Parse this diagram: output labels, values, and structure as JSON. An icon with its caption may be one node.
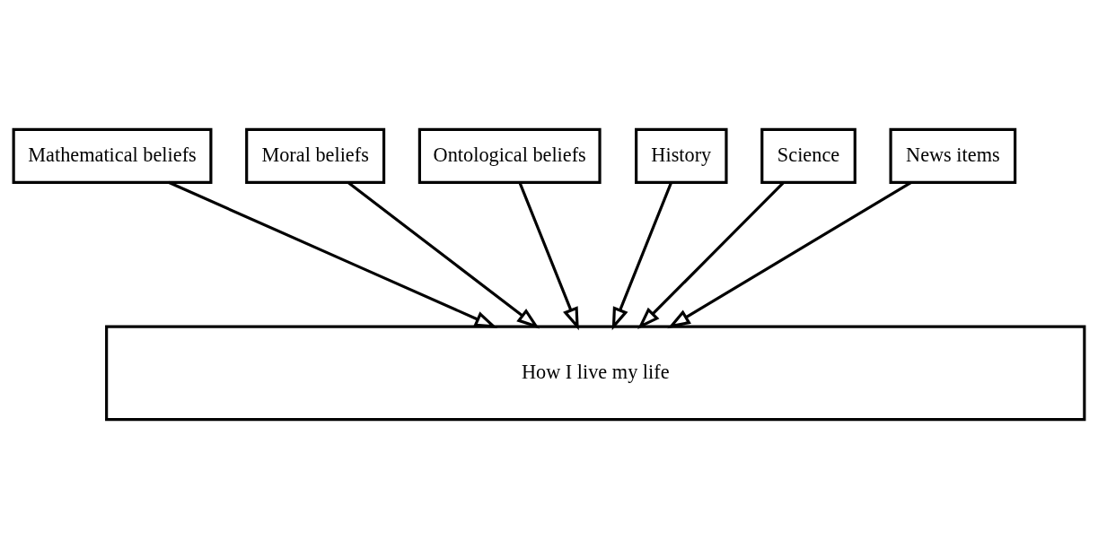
{
  "diagram": {
    "nodes": [
      {
        "text": [
          "Mathematical beliefs"
        ]
      },
      {
        "text": [
          "Moral beliefs"
        ]
      },
      {
        "text": [
          "Ontological beliefs"
        ]
      },
      {
        "text": [
          "History"
        ]
      },
      {
        "text": [
          "Science"
        ]
      },
      {
        "text": [
          "News items"
        ]
      },
      {
        "text": [
          "How I live my life"
        ]
      }
    ],
    "edges": [
      {
        "from": 0,
        "to": 6,
        "arrow": "to"
      },
      {
        "from": 1,
        "to": 6,
        "arrow": "to"
      },
      {
        "from": 2,
        "to": 6,
        "arrow": "to"
      },
      {
        "from": 3,
        "to": 6,
        "arrow": "to"
      },
      {
        "from": 4,
        "to": 6,
        "arrow": "to"
      },
      {
        "from": 5,
        "to": 6,
        "arrow": "to"
      }
    ]
  }
}
